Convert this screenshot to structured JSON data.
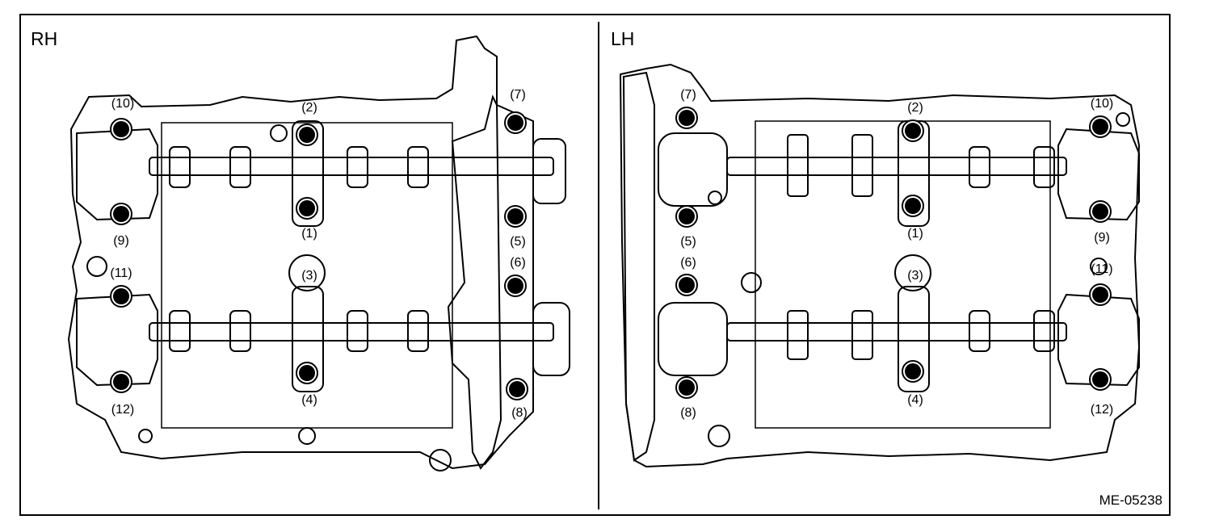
{
  "panels": [
    {
      "id": "rh",
      "label": "RH",
      "bolts": [
        {
          "num": "(1)",
          "pos": "center-upper-middle"
        },
        {
          "num": "(2)",
          "pos": "center-top"
        },
        {
          "num": "(3)",
          "pos": "center-middle"
        },
        {
          "num": "(4)",
          "pos": "center-bottom"
        },
        {
          "num": "(5)",
          "pos": "right-upper-middle"
        },
        {
          "num": "(6)",
          "pos": "right-lower-middle"
        },
        {
          "num": "(7)",
          "pos": "right-top"
        },
        {
          "num": "(8)",
          "pos": "right-bottom"
        },
        {
          "num": "(9)",
          "pos": "left-upper-middle"
        },
        {
          "num": "(10)",
          "pos": "left-top"
        },
        {
          "num": "(11)",
          "pos": "left-lower-middle"
        },
        {
          "num": "(12)",
          "pos": "left-bottom"
        }
      ]
    },
    {
      "id": "lh",
      "label": "LH",
      "bolts": [
        {
          "num": "(1)",
          "pos": "center-upper-middle"
        },
        {
          "num": "(2)",
          "pos": "center-top"
        },
        {
          "num": "(3)",
          "pos": "center-middle"
        },
        {
          "num": "(4)",
          "pos": "center-bottom"
        },
        {
          "num": "(5)",
          "pos": "left-upper-middle"
        },
        {
          "num": "(6)",
          "pos": "left-lower-middle"
        },
        {
          "num": "(7)",
          "pos": "left-top"
        },
        {
          "num": "(8)",
          "pos": "left-bottom"
        },
        {
          "num": "(9)",
          "pos": "right-upper-middle"
        },
        {
          "num": "(10)",
          "pos": "right-top"
        },
        {
          "num": "(11)",
          "pos": "right-lower-middle"
        },
        {
          "num": "(12)",
          "pos": "right-bottom"
        }
      ]
    }
  ],
  "figure_code": "ME-05238",
  "colors": {
    "line": "#000000",
    "fill": "#ffffff",
    "bolt": "#000000"
  }
}
